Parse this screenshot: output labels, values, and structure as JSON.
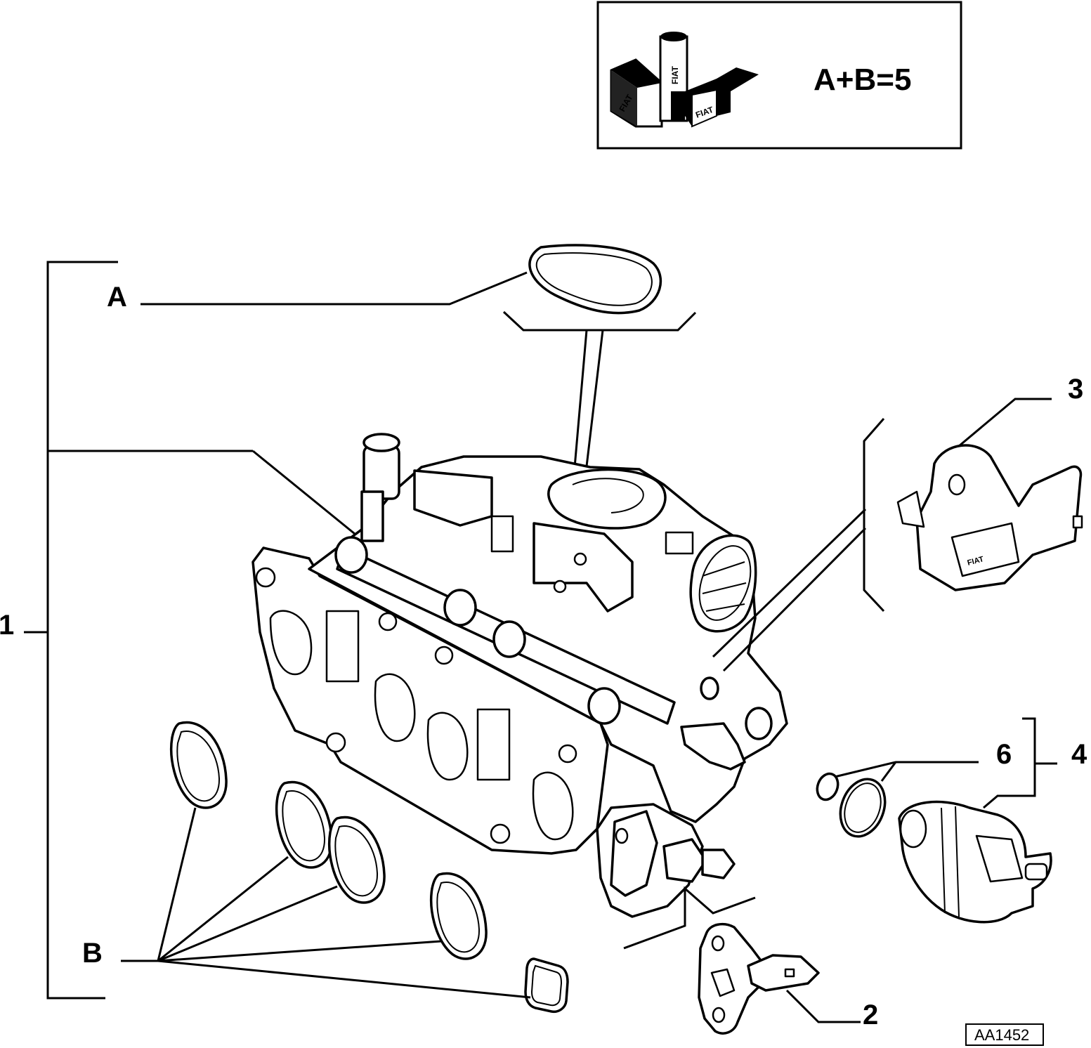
{
  "kit_box": {
    "formula": "A+B=5",
    "logo_text": "FIAT"
  },
  "callouts": {
    "one": "1",
    "two": "2",
    "three": "3",
    "four": "4",
    "six": "6",
    "a": "A",
    "b": "B"
  },
  "reference_code": "AA1452"
}
